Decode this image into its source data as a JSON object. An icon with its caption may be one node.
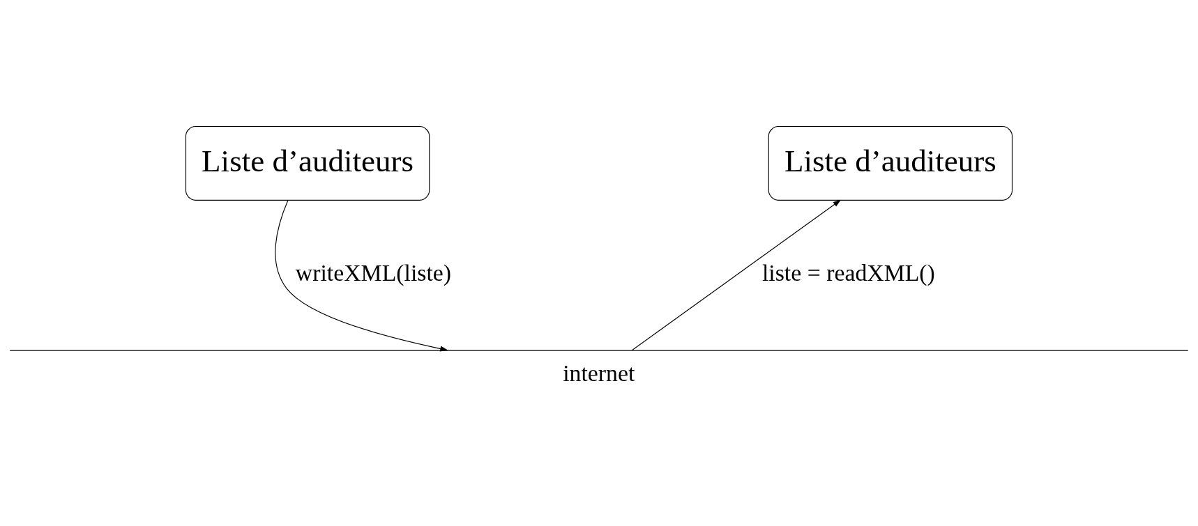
{
  "diagram": {
    "nodes": [
      {
        "text": [
          "Liste d’auditeurs"
        ]
      },
      {
        "text": [
          "Liste d’auditeurs"
        ]
      },
      {
        "text": [
          "internet"
        ]
      }
    ],
    "edges": [
      {
        "from": 0,
        "to": 2,
        "arrow": "to",
        "label": "writeXML(liste)"
      },
      {
        "from": 2,
        "to": 1,
        "arrow": "to",
        "label": "liste = readXML()"
      }
    ]
  }
}
